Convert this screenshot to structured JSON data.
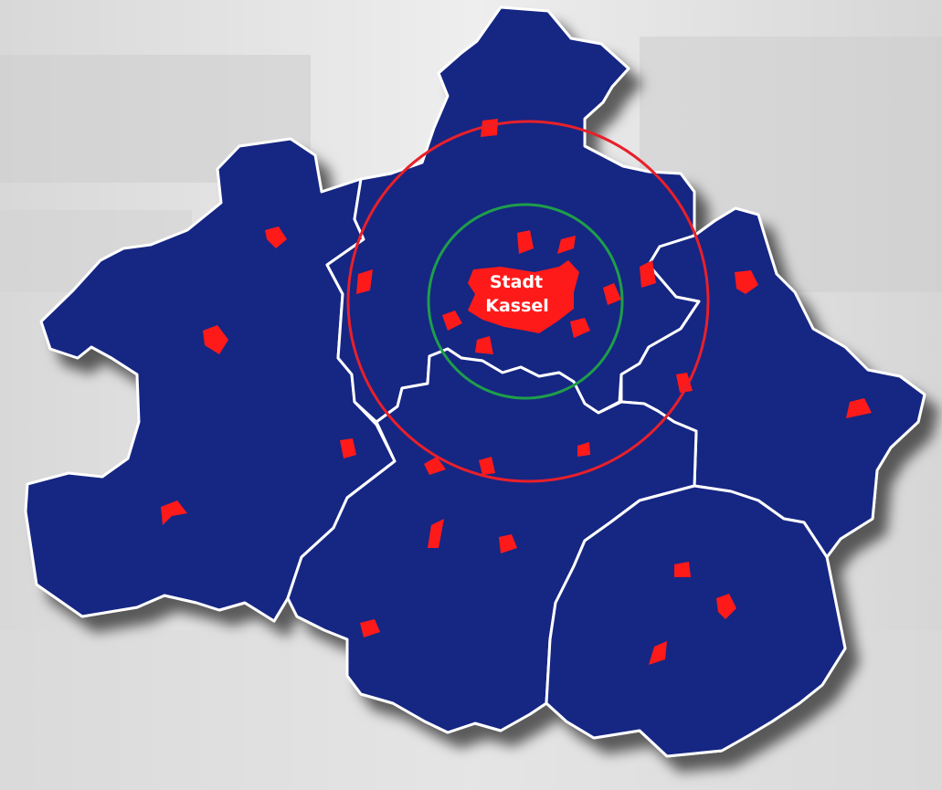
{
  "map": {
    "city_label": {
      "line1": "Stadt",
      "line2": "Kassel"
    },
    "colors": {
      "region_fill": "#152883",
      "region_border": "#ffffff",
      "town_fill": "#ff1a1a",
      "outer_ring": "#e8202a",
      "inner_ring": "#1e9e4a",
      "background": "#e6e6e6"
    },
    "rings": [
      {
        "name": "outer-ring",
        "color": "#e8202a"
      },
      {
        "name": "inner-ring",
        "color": "#1e9e4a"
      }
    ]
  }
}
